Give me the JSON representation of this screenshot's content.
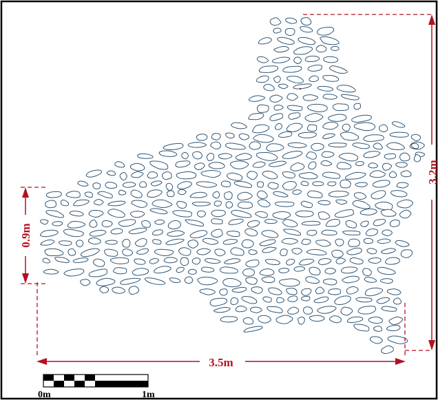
{
  "dimensions": {
    "width_label": "3.5m",
    "height_label": "3.2m",
    "left_height_label": "0.9m"
  },
  "scale_bar": {
    "start_label": "0m",
    "end_label": "1m",
    "segments": 5
  },
  "colors": {
    "stone_outline": "#2f5575",
    "dimension": "#b3121f",
    "frame": "#000000",
    "background": "#ffffff"
  }
}
